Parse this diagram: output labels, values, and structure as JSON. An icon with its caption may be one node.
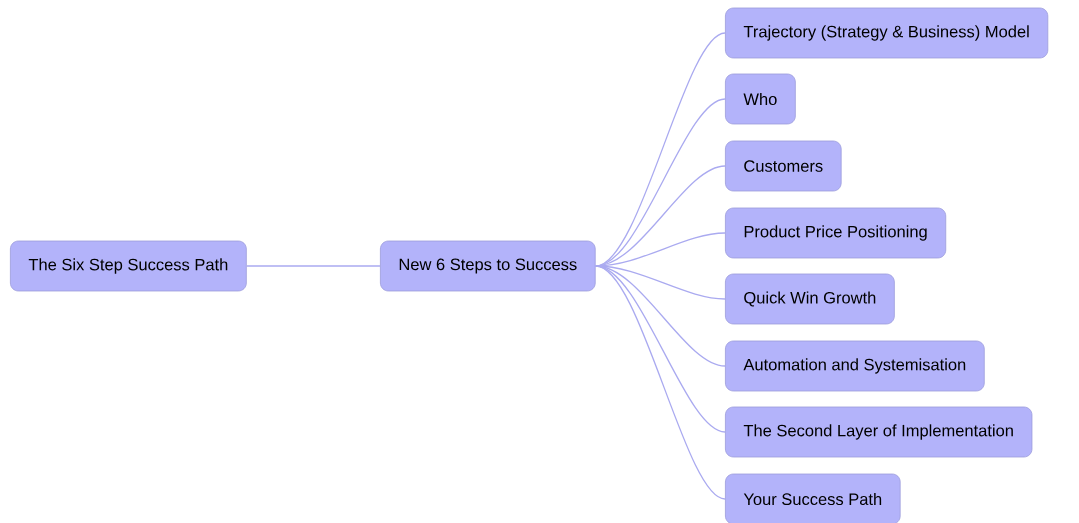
{
  "diagram": {
    "nodes": [
      {
        "text": [
          "The Six Step Success Path"
        ]
      },
      {
        "text": [
          "New 6 Steps to Success"
        ]
      },
      {
        "text": [
          "Trajectory (Strategy & Business) Model"
        ]
      },
      {
        "text": [
          "Who"
        ]
      },
      {
        "text": [
          "Customers"
        ]
      },
      {
        "text": [
          "Product Price Positioning"
        ]
      },
      {
        "text": [
          "Quick Win Growth"
        ]
      },
      {
        "text": [
          "Automation and Systemisation"
        ]
      },
      {
        "text": [
          "The Second Layer of Implementation"
        ]
      },
      {
        "text": [
          "Your Success Path"
        ]
      }
    ],
    "edges": [
      {
        "from": 0,
        "to": 1,
        "arrow": "none"
      },
      {
        "from": 1,
        "to": 2,
        "arrow": "none"
      },
      {
        "from": 1,
        "to": 3,
        "arrow": "none"
      },
      {
        "from": 1,
        "to": 4,
        "arrow": "none"
      },
      {
        "from": 1,
        "to": 5,
        "arrow": "none"
      },
      {
        "from": 1,
        "to": 6,
        "arrow": "none"
      },
      {
        "from": 1,
        "to": 7,
        "arrow": "none"
      },
      {
        "from": 1,
        "to": 8,
        "arrow": "none"
      },
      {
        "from": 1,
        "to": 9,
        "arrow": "none"
      }
    ]
  }
}
